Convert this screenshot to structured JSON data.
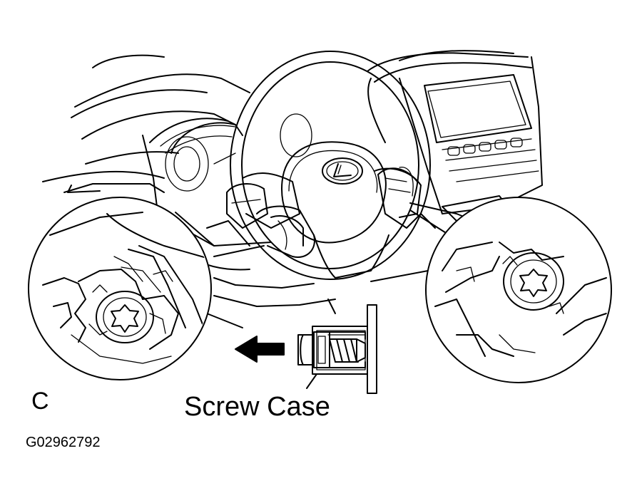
{
  "labels": {
    "view": "C",
    "screw_case": "Screw Case",
    "figure_id": "G02962792"
  },
  "icons": {
    "arrow": "left-arrow-icon",
    "emblem": "lexus-emblem-icon",
    "torx": "torx-screw-icon"
  }
}
